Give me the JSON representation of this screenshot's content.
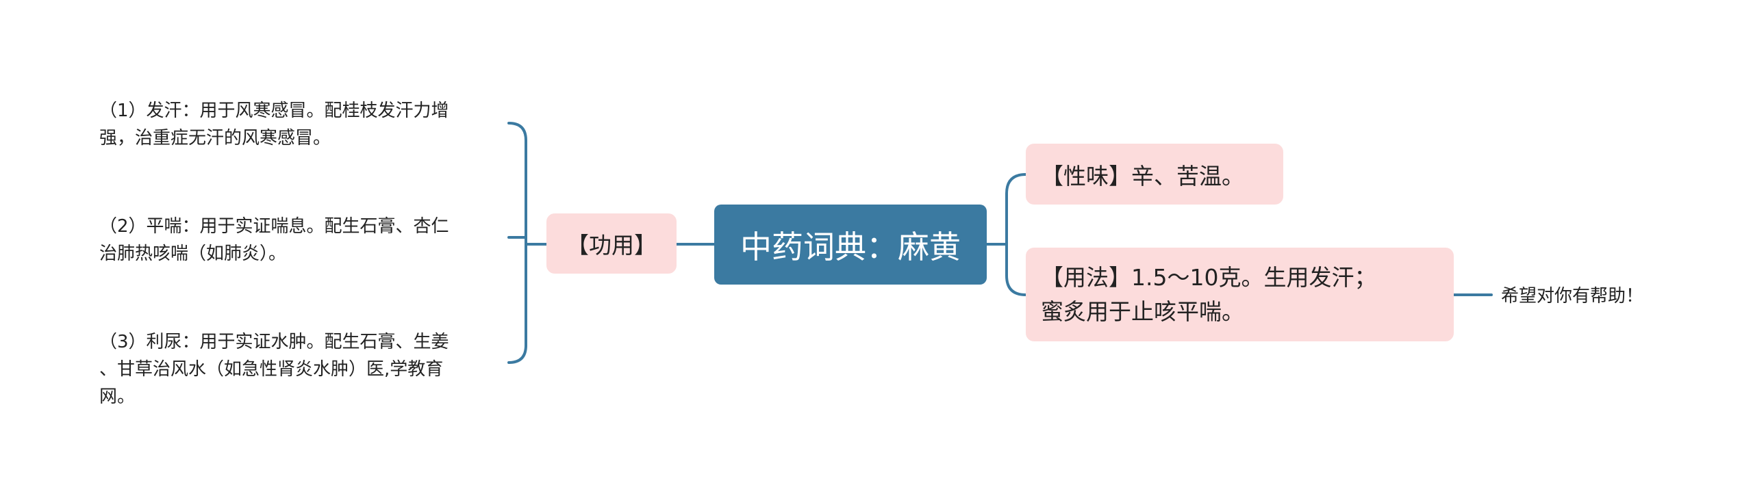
{
  "colors": {
    "root_fill": "#3b7aa1",
    "branch_fill": "#fcdcdc",
    "connector": "#3b7aa1",
    "text": "#222222",
    "background": "#ffffff"
  },
  "mindmap": {
    "root": {
      "label": "中药词典：麻黄"
    },
    "left": {
      "label": "【功用】",
      "children": [
        {
          "lines": [
            "（1）发汗：用于风寒感冒。配桂枝发汗力增",
            "强，治重症无汗的风寒感冒。"
          ]
        },
        {
          "lines": [
            "（2）平喘：用于实证喘息。配生石膏、杏仁",
            "治肺热咳喘（如肺炎）。"
          ]
        },
        {
          "lines": [
            "（3）利尿：用于实证水肿。配生石膏、生姜",
            "、甘草治风水（如急性肾炎水肿）医,学教育",
            "网。"
          ]
        }
      ]
    },
    "right": [
      {
        "label": "【性味】辛、苦温。"
      },
      {
        "lines": [
          "【用法】1.5～10克。生用发汗；",
          "蜜炙用于止咳平喘。"
        ],
        "children": [
          {
            "label": "希望对你有帮助！"
          }
        ]
      }
    ]
  }
}
